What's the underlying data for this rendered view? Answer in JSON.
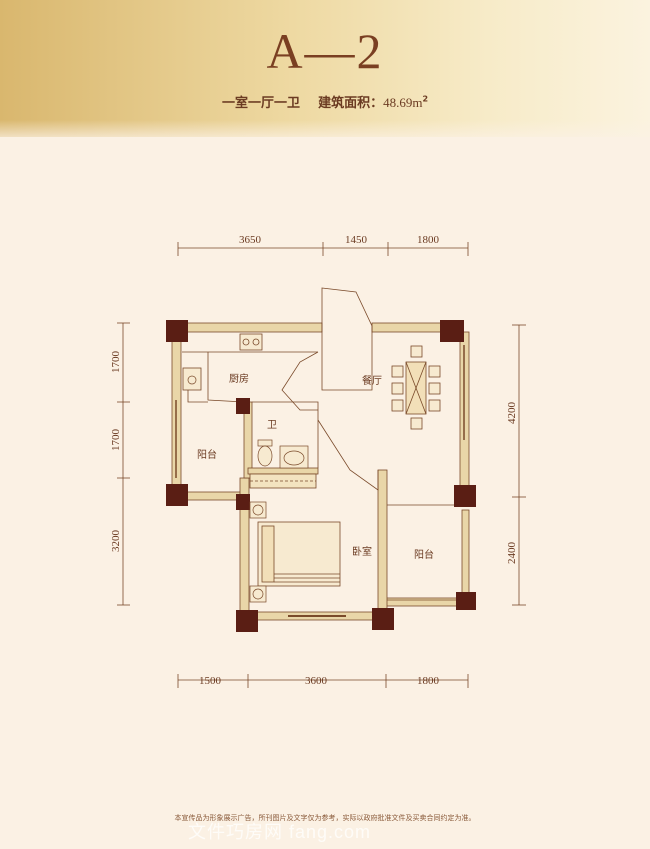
{
  "header": {
    "title": "A—2",
    "layout": "一室一厅一卫",
    "area_label": "建筑面积：",
    "area_value": "48.69m",
    "area_unit_sup": "2"
  },
  "dimensions": {
    "top": [
      "3650",
      "1450",
      "1800"
    ],
    "bottom": [
      "1500",
      "3600",
      "1800"
    ],
    "left": [
      "1700",
      "1700",
      "3200"
    ],
    "right": [
      "4200",
      "2400"
    ]
  },
  "rooms": {
    "kitchen": "厨房",
    "dining": "餐厅",
    "bathroom": "卫",
    "balcony_left": "阳台",
    "bedroom": "卧室",
    "balcony_right": "阳台"
  },
  "footer": {
    "disclaimer": "本宣传品为形象展示广告，所刊图片及文字仅为参考，实际以政府批准文件及买卖合同约定为准。",
    "watermark": "文件巧房网 fang.com"
  },
  "colors": {
    "wall": "#e2cfa0",
    "line": "#7a4a2a",
    "column": "#5a1e14",
    "accent": "#c89a52"
  }
}
